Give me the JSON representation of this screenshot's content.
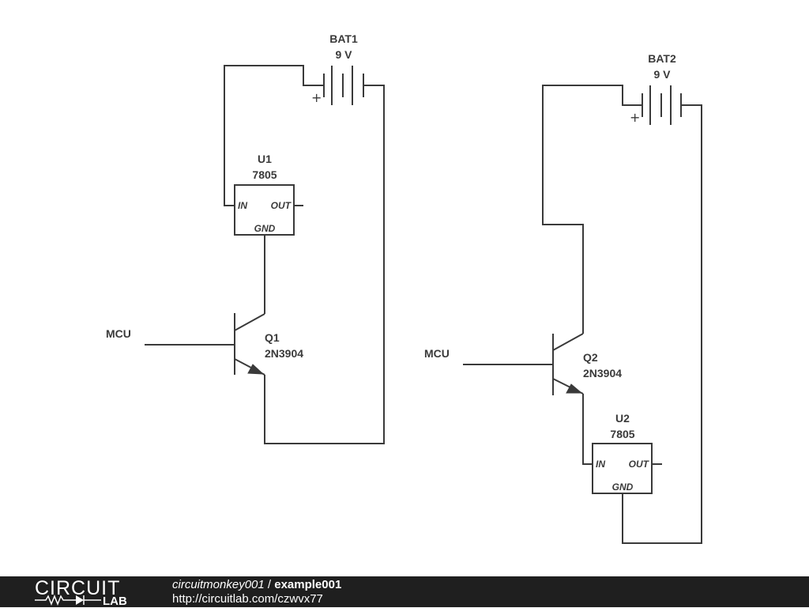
{
  "schematic": {
    "bat1": {
      "name": "BAT1",
      "value": "9 V",
      "polarity": "+"
    },
    "bat2": {
      "name": "BAT2",
      "value": "9 V",
      "polarity": "+"
    },
    "u1": {
      "name": "U1",
      "part": "7805",
      "pin_in": "IN",
      "pin_out": "OUT",
      "pin_gnd": "GND"
    },
    "u2": {
      "name": "U2",
      "part": "7805",
      "pin_in": "IN",
      "pin_out": "OUT",
      "pin_gnd": "GND"
    },
    "q1": {
      "name": "Q1",
      "part": "2N3904"
    },
    "q2": {
      "name": "Q2",
      "part": "2N3904"
    },
    "mcu1": "MCU",
    "mcu2": "MCU",
    "wire_color": "#3a3a3a"
  },
  "footer": {
    "logo_top": "CIRCUIT",
    "logo_bottom": "LAB",
    "user": "circuitmonkey001",
    "separator": " / ",
    "project": "example001",
    "url": "http://circuitlab.com/czwvx77",
    "background": "#1f1f1f"
  }
}
